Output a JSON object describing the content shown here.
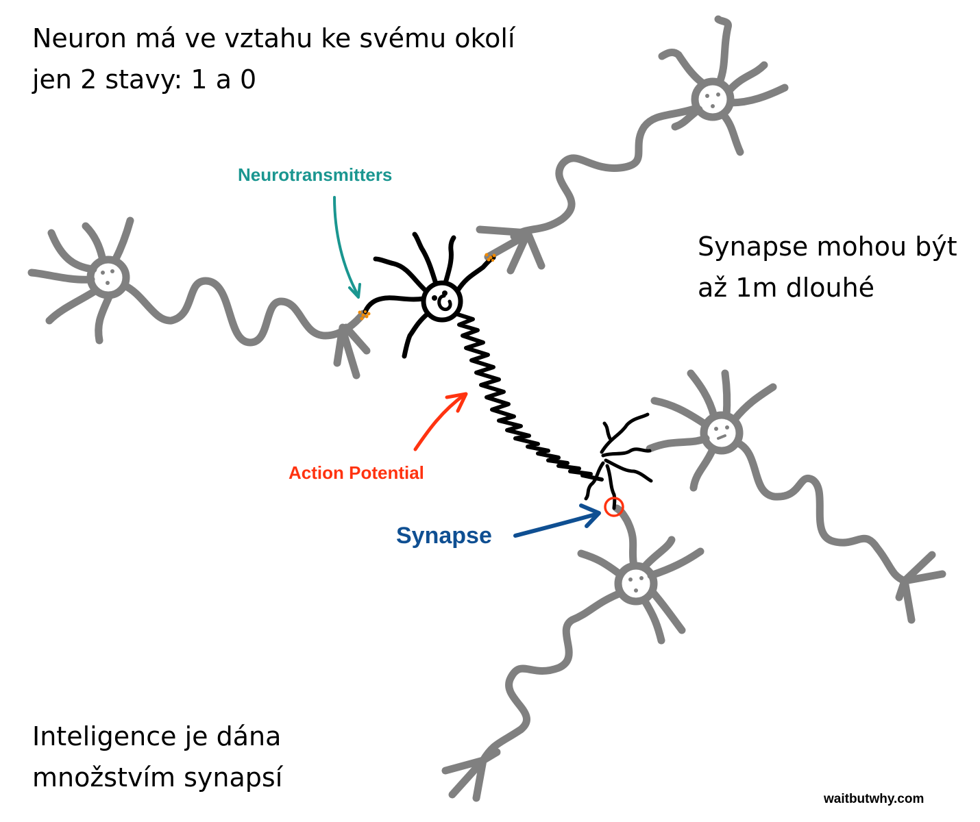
{
  "notes": {
    "top": [
      "Neuron má ve vztahu ke svému okolí",
      "jen 2 stavy: 1 a 0"
    ],
    "right": [
      "Synapse mohou být",
      "až 1m dlouhé"
    ],
    "bottom": [
      "Inteligence je dána",
      "množstvím synapsí"
    ]
  },
  "labels": {
    "neurotransmitters": "Neurotransmitters",
    "action_potential": "Action Potential",
    "synapse": "Synapse"
  },
  "credit": "waitbutwhy.com",
  "colors": {
    "neighbor_neurons": "#808080",
    "main_neuron": "#000000",
    "neurotransmitters": "#1a9690",
    "action_potential": "#ff3310",
    "synapse": "#0f4f92",
    "transmitter_dots": "#f08a00"
  }
}
